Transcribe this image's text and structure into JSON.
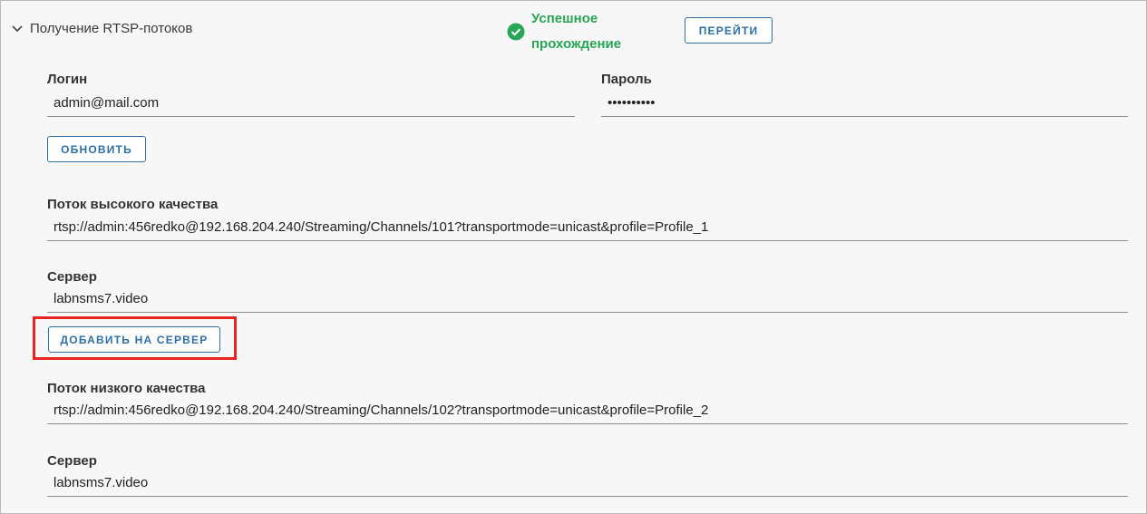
{
  "section": {
    "title": "Получение RTSP-потоков",
    "status_line1": "Успешное",
    "status_line2": "прохождение",
    "goto_label": "ПЕРЕЙТИ"
  },
  "credentials": {
    "login_label": "Логин",
    "login_value": "admin@mail.com",
    "password_label": "Пароль",
    "password_value": "••••••••••",
    "update_label": "ОБНОВИТЬ"
  },
  "high_stream": {
    "label": "Поток высокого качества",
    "url": "rtsp://admin:456redko@192.168.204.240/Streaming/Channels/101?transportmode=unicast&profile=Profile_1",
    "server_label": "Сервер",
    "server_value": "labnsms7.video",
    "add_label": "ДОБАВИТЬ НА СЕРВЕР"
  },
  "low_stream": {
    "label": "Поток низкого качества",
    "url": "rtsp://admin:456redko@192.168.204.240/Streaming/Channels/102?transportmode=unicast&profile=Profile_2",
    "server_label": "Сервер",
    "server_value": "labnsms7.video"
  },
  "colors": {
    "accent": "#2f6fa3",
    "success": "#2aa557",
    "highlight": "#e8231f"
  }
}
